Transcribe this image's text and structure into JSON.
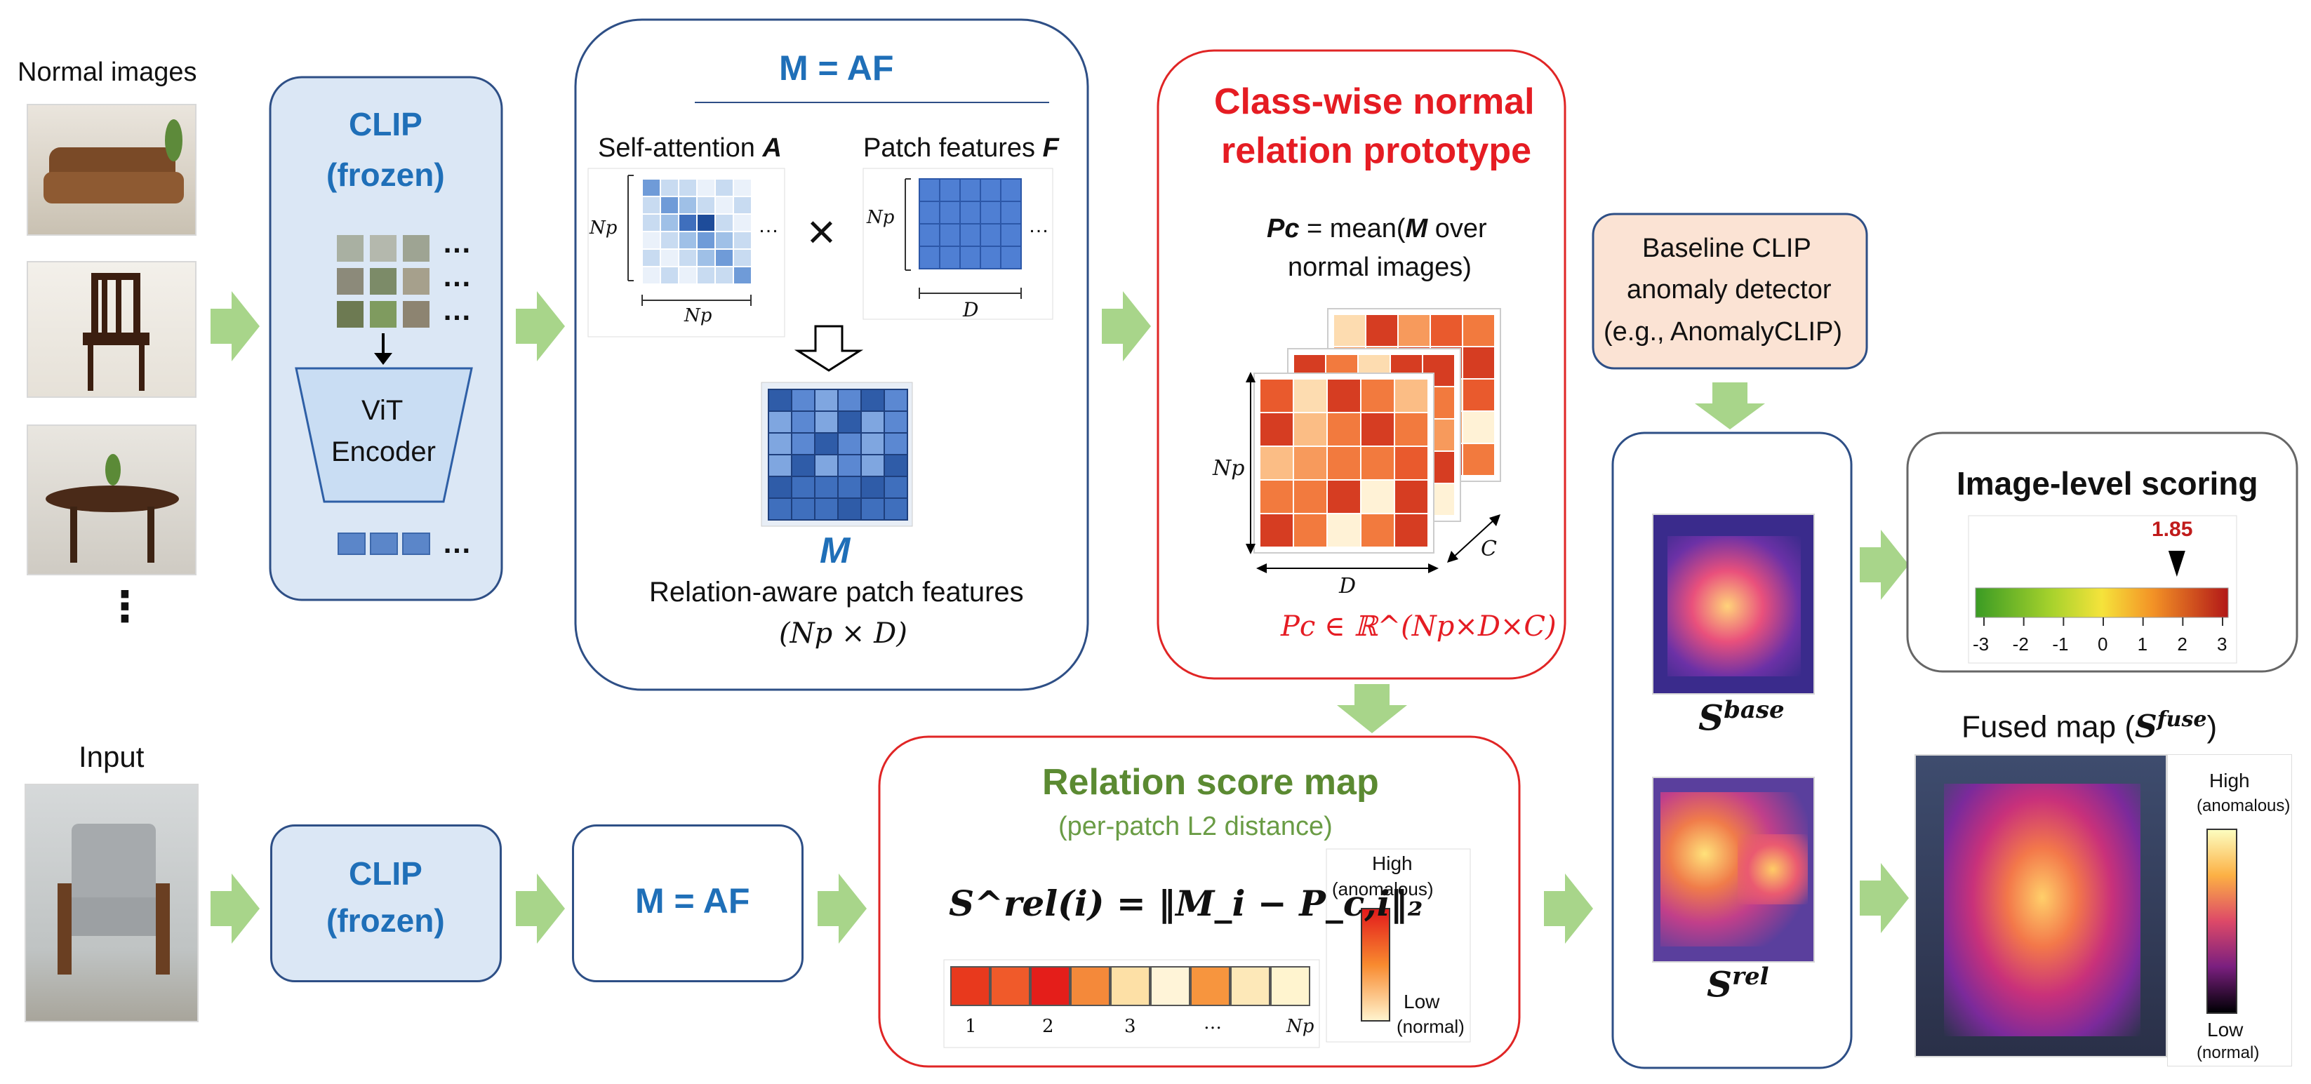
{
  "normal_images": {
    "title": "Normal images",
    "ellipsis": "⋮"
  },
  "input": {
    "title": "Input"
  },
  "clip_top": {
    "line1": "CLIP",
    "line2": "(frozen)",
    "encoder_line1": "ViT",
    "encoder_line2": "Encoder",
    "dots": "…"
  },
  "clip_bottom": {
    "line1": "CLIP",
    "line2": "(frozen)"
  },
  "maf_top": {
    "title": "M = AF",
    "self_attention": "Self-attention ",
    "self_attention_sym": "A",
    "patch_features": "Patch features ",
    "patch_features_sym": "F",
    "np_label": "Np",
    "d_label": "D",
    "times": "×",
    "m_label": "M",
    "relation_label": "Relation-aware patch features",
    "dims": "(Np × D)"
  },
  "maf_bottom": {
    "title": "M = AF"
  },
  "prototype": {
    "title_line1": "Class-wise normal",
    "title_line2": "relation prototype",
    "formula_sym": "Pc",
    "formula_rest1": " = mean(",
    "formula_m": "M",
    "formula_rest2": " over",
    "formula_line2": "normal images)",
    "np_label": "Np",
    "d_label": "D",
    "c_label": "C",
    "bottom_formula": "Pc ∈ ℝ^(Np×D×C)"
  },
  "relation_score": {
    "title": "Relation score map",
    "subtitle": "(per-patch L2 distance)",
    "formula": "S^rel(i) = ‖M_i − P_c,i‖₂",
    "strip_ticks": [
      "1",
      "2",
      "3",
      "…",
      "Np"
    ],
    "legend_high": "High",
    "legend_high_sub": "(anomalous)",
    "legend_low": "Low",
    "legend_low_sub": "(normal)"
  },
  "baseline": {
    "line1": "Baseline CLIP",
    "line2": "anomaly detector",
    "line3": "(e.g., AnomalyCLIP)"
  },
  "maps": {
    "base_label": "S",
    "base_sup": "base",
    "rel_label": "S",
    "rel_sup": "rel"
  },
  "image_level": {
    "title": "Image-level scoring",
    "value": "1.85",
    "score": 1.85,
    "ticks": [
      "-3",
      "-2",
      "-1",
      "0",
      "1",
      "2",
      "3"
    ]
  },
  "fused": {
    "title": "Fused map (",
    "title_sym": "S",
    "title_sup": "fuse",
    "title_end": ")",
    "legend_high": "High",
    "legend_high_sub": "(anomalous)",
    "legend_low": "Low",
    "legend_low_sub": "(normal)"
  },
  "colors": {
    "blue_title": "#1f6fb8",
    "red_title": "#e51c23",
    "green_title": "#5b8a32",
    "arrow_green": "#a8d58a",
    "panel_blue_fill": "#dbe7f5",
    "panel_border": "#2e4f86"
  }
}
